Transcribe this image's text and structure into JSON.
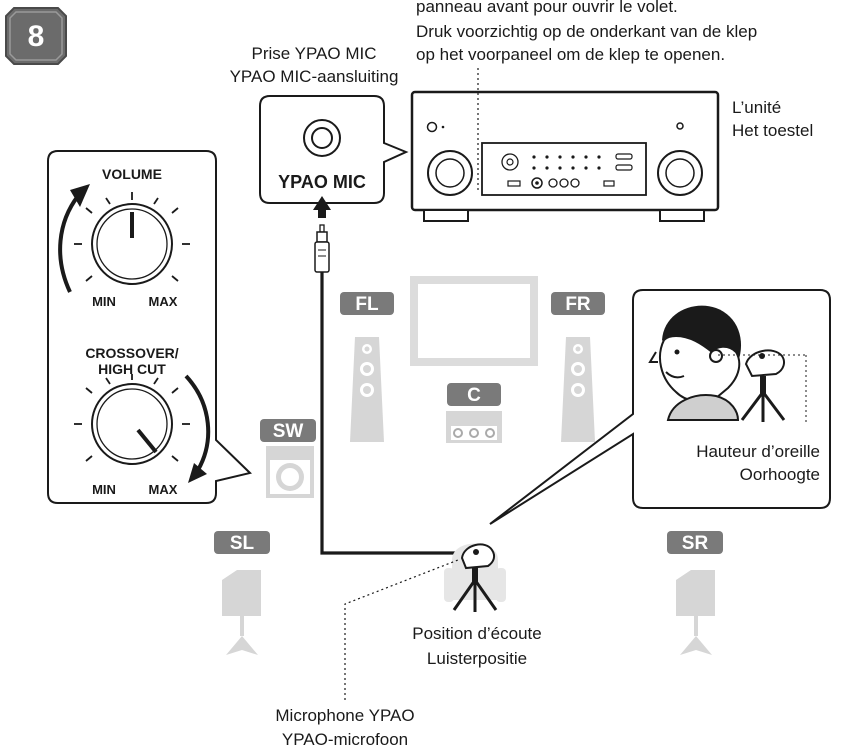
{
  "step_number": "8",
  "front_panel_note": {
    "fr": "panneau avant pour ouvrir le volet.",
    "nl_line1": "Druk voorzichtig op de onderkant van de klep",
    "nl_line2": "op het voorpaneel om de klep te openen."
  },
  "mic_jack_label": {
    "fr": "Prise YPAO MIC",
    "nl": "YPAO MIC-aansluiting"
  },
  "jack_panel_text": "YPAO MIC",
  "unit_label": {
    "fr": "L’unité",
    "nl": "Het toestel"
  },
  "subwoofer_panel": {
    "volume_label": "VOLUME",
    "crossover_label_line1": "CROSSOVER/",
    "crossover_label_line2": "HIGH CUT",
    "min_label": "MIN",
    "max_label": "MAX"
  },
  "speakers": {
    "fl": "FL",
    "fr": "FR",
    "c": "C",
    "sw": "SW",
    "sl": "SL",
    "sr": "SR"
  },
  "ear_height_label": {
    "fr": "Hauteur d’oreille",
    "nl": "Oorhoogte"
  },
  "listening_position_label": {
    "fr": "Position d’écoute",
    "nl": "Luisterpositie"
  },
  "microphone_label": {
    "fr": "Microphone YPAO",
    "nl": "YPAO-microfoon"
  },
  "colors": {
    "badge_fill": "#6b6b6b",
    "speaker_tag": "#7a7a7a",
    "speaker_body": "#d6d6d6",
    "outline": "#1a1a1a"
  }
}
